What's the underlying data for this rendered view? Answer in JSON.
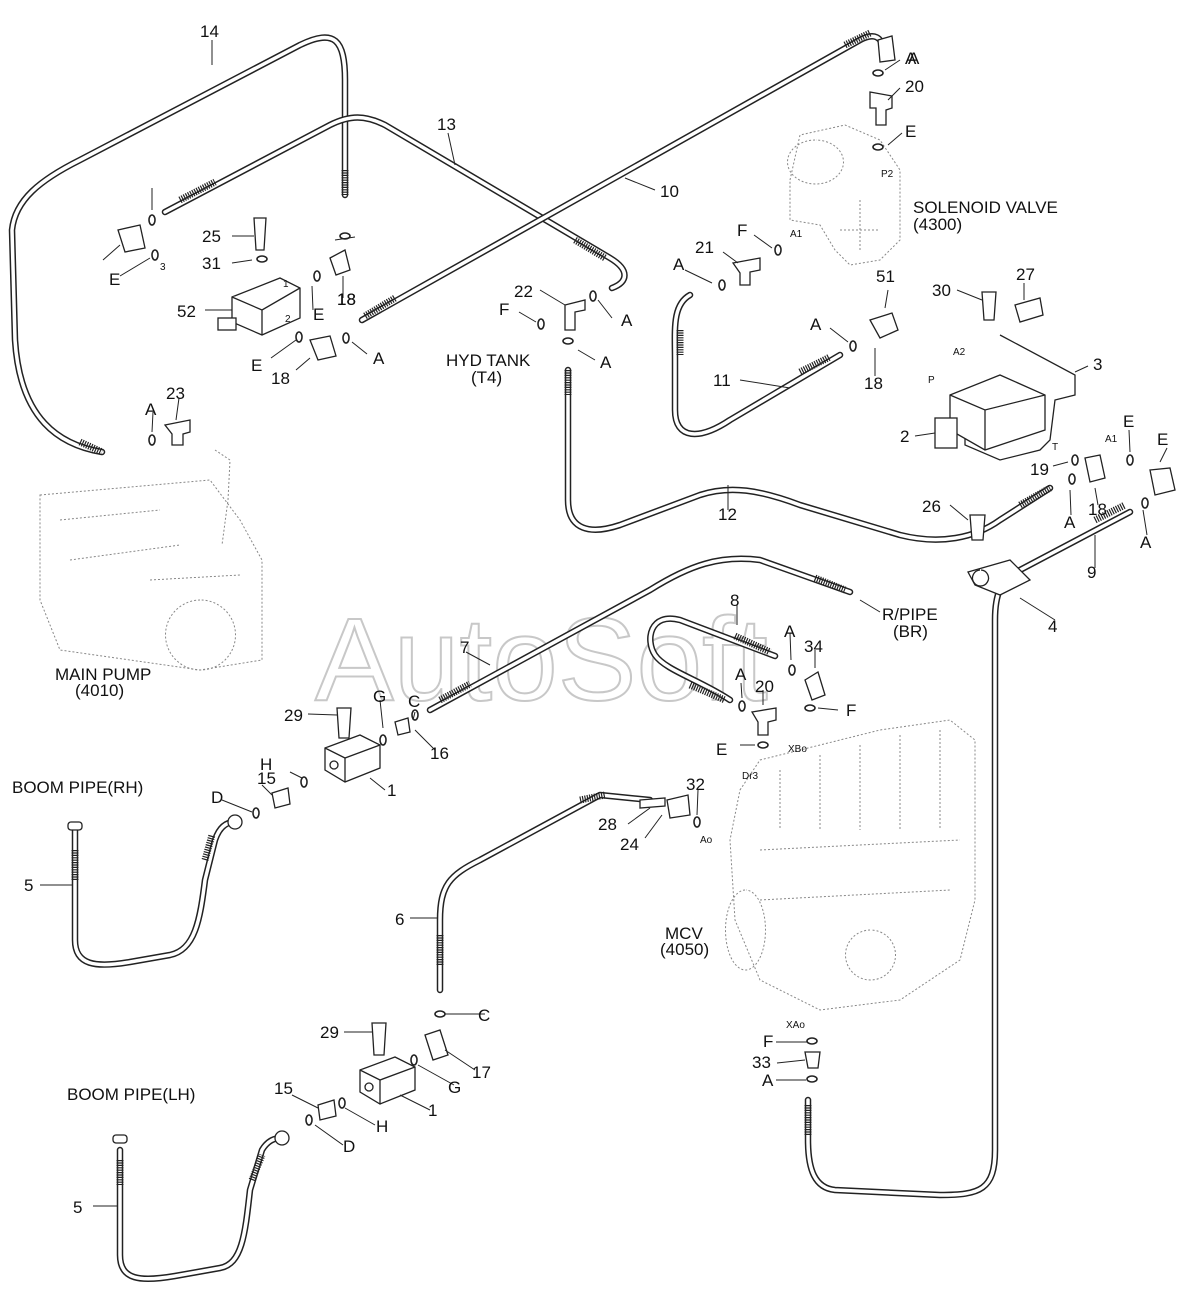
{
  "watermark": "AutoSoft",
  "components": {
    "solenoid_valve": {
      "name": "SOLENOID VALVE",
      "code": "(4300)"
    },
    "hyd_tank": {
      "name": "HYD TANK",
      "code": "(T4)"
    },
    "main_pump": {
      "name": "MAIN PUMP",
      "code": "(4010)"
    },
    "mcv": {
      "name": "MCV",
      "code": "(4050)"
    },
    "r_pipe": {
      "name": "R/PIPE",
      "code": "(BR)"
    },
    "boom_pipe_rh": "BOOM PIPE(RH)",
    "boom_pipe_lh": "BOOM PIPE(LH)"
  },
  "port_labels": [
    "P2",
    "A1",
    "A2",
    "P",
    "T",
    "A1",
    "1",
    "2",
    "3",
    "XBo",
    "Dr3",
    "Ao",
    "XAo"
  ],
  "callouts": [
    "14",
    "13",
    "10",
    "A",
    "20",
    "E",
    "A",
    "18",
    "25",
    "31",
    "52",
    "E",
    "18",
    "E",
    "E",
    "18",
    "A",
    "22",
    "F",
    "A",
    "A",
    "HYD TANK",
    "21",
    "F",
    "A",
    "51",
    "30",
    "27",
    "A",
    "11",
    "18",
    "3",
    "2",
    "A",
    "23",
    "E",
    "19",
    "E",
    "18",
    "A",
    "26",
    "12",
    "9",
    "A",
    "4",
    "8",
    "A",
    "34",
    "R/PIPE",
    "7",
    "A",
    "20",
    "F",
    "29",
    "G",
    "C",
    "16",
    "E",
    "H",
    "1",
    "15",
    "D",
    "32",
    "28",
    "24",
    "BOOM PIPE(RH)",
    "5",
    "6",
    "MCV",
    "C",
    "29",
    "17",
    "G",
    "1",
    "F",
    "33",
    "A",
    "15",
    "H",
    "D",
    "BOOM PIPE(LH)",
    "5"
  ]
}
